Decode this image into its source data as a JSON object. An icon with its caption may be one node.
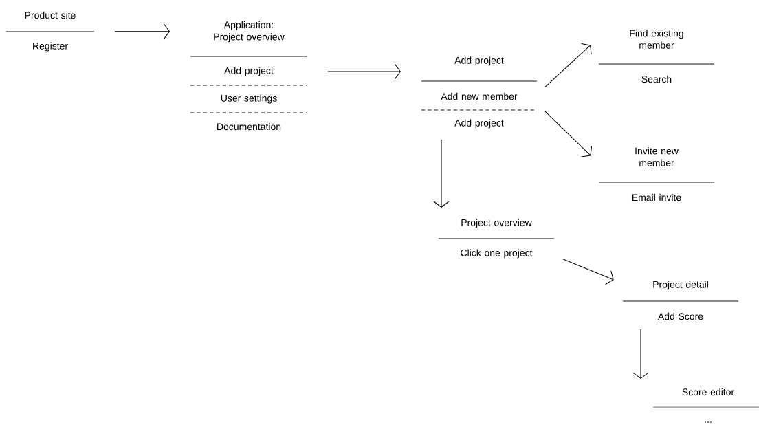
{
  "diagram": {
    "nodes": [
      {
        "text": [
          "Product site",
          "Register"
        ]
      },
      {
        "text": [
          "Application: Project overview",
          "Add project",
          "User settings",
          "Documentation"
        ]
      },
      {
        "text": [
          "Add project",
          "Add new member",
          "Add project"
        ]
      },
      {
        "text": [
          "Find existing member",
          "Search"
        ]
      },
      {
        "text": [
          "Invite new member",
          "Email invite"
        ]
      },
      {
        "text": [
          "Project overview",
          "Click one project"
        ]
      },
      {
        "text": [
          "Project detail",
          "Add Score"
        ]
      },
      {
        "text": [
          "Score editor",
          "..."
        ]
      }
    ],
    "edges": [
      {
        "from": 0,
        "to": 1,
        "arrow": "to"
      },
      {
        "from": 1,
        "to": 2,
        "arrow": "to"
      },
      {
        "from": 2,
        "to": 3,
        "arrow": "to"
      },
      {
        "from": 2,
        "to": 4,
        "arrow": "to"
      },
      {
        "from": 2,
        "to": 5,
        "arrow": "to"
      },
      {
        "from": 5,
        "to": 6,
        "arrow": "to"
      },
      {
        "from": 6,
        "to": 7,
        "arrow": "to"
      }
    ]
  }
}
